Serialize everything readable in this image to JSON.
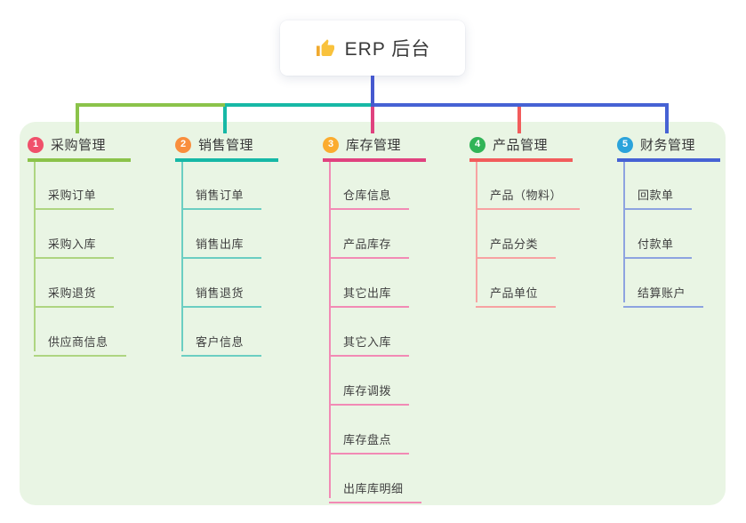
{
  "root": {
    "title": "ERP 后台",
    "icon": "thumbs-up-icon",
    "icon_color": "#F9C23C"
  },
  "canvas": {
    "background": "#ffffff",
    "panel_background": "#E9F5E4",
    "root_stem_color": "#4659CF"
  },
  "branches": [
    {
      "index": "1",
      "label": "采购管理",
      "badge_color": "#F0506B",
      "line_color": "#8BC34A",
      "child_line_color": "#AED581",
      "children": [
        "采购订单",
        "采购入库",
        "采购退货",
        "供应商信息"
      ]
    },
    {
      "index": "2",
      "label": "销售管理",
      "badge_color": "#F98E3D",
      "line_color": "#16B8A6",
      "child_line_color": "#6BCEC2",
      "children": [
        "销售订单",
        "销售出库",
        "销售退货",
        "客户信息"
      ]
    },
    {
      "index": "3",
      "label": "库存管理",
      "badge_color": "#FBAC2F",
      "line_color": "#E0427F",
      "child_line_color": "#F28AB5",
      "children": [
        "仓库信息",
        "产品库存",
        "其它出库",
        "其它入库",
        "库存调拨",
        "库存盘点",
        "出库库明细"
      ]
    },
    {
      "index": "4",
      "label": "产品管理",
      "badge_color": "#31B457",
      "line_color": "#F25C5C",
      "child_line_color": "#F7A2A2",
      "children": [
        "产品（物料）",
        "产品分类",
        "产品单位"
      ]
    },
    {
      "index": "5",
      "label": "财务管理",
      "badge_color": "#2BA3DB",
      "line_color": "#4662D4",
      "child_line_color": "#8DA3E0",
      "children": [
        "回款单",
        "付款单",
        "结算账户"
      ]
    }
  ]
}
